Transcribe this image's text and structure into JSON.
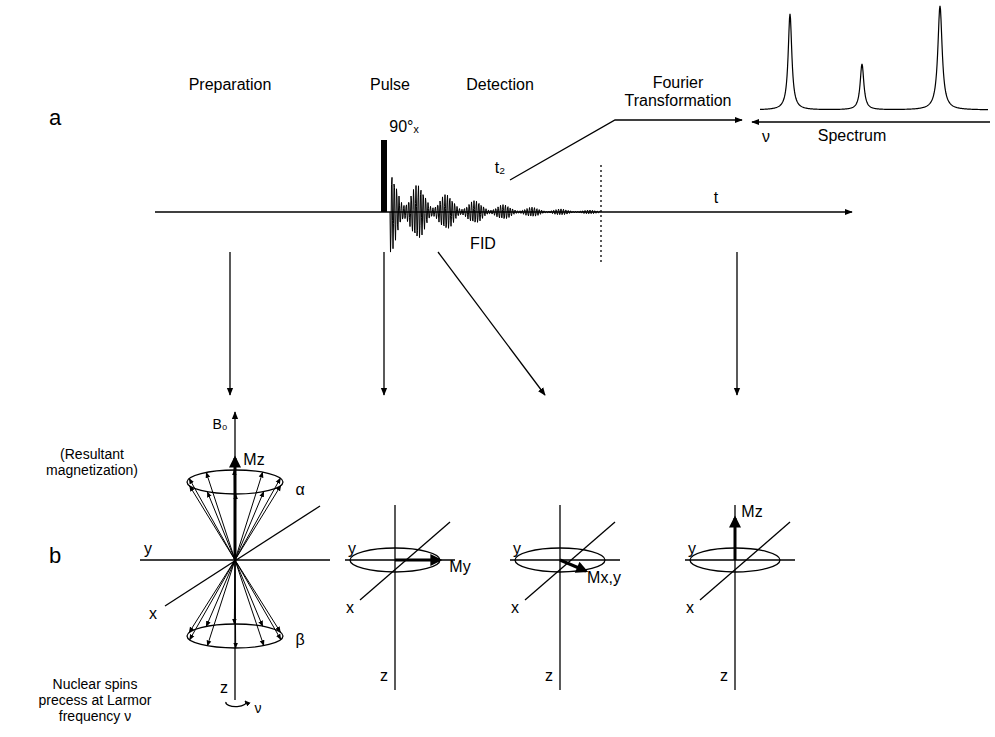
{
  "diagram": {
    "labels": [
      "Preparation",
      "Pulse",
      "Detection",
      "Fourier Transformation",
      "Spectrum",
      "ν",
      "a",
      "90°ₓ",
      "t₂",
      "FID",
      "t",
      "b",
      "B₀",
      "Mz",
      "(Resultant magnetization)",
      "α",
      "y",
      "x",
      "β",
      "z",
      "Nuclear spins precess at Larmor frequency ν",
      "ν",
      "y",
      "x",
      "My",
      "z",
      "y",
      "x",
      "Mx,y",
      "z",
      "y",
      "x",
      "Mz",
      "z"
    ]
  }
}
